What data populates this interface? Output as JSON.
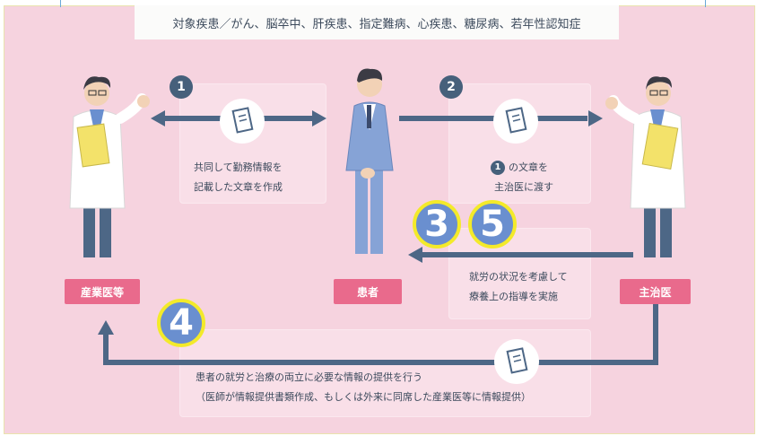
{
  "banner": {
    "text": "対象疾患／がん、脳卒中、肝疾患、指定難病、心疾患、糖尿病、若年性認知症"
  },
  "steps": {
    "one": "1",
    "two": "2",
    "three": "3",
    "four": "4",
    "five": "5"
  },
  "texts": {
    "step1_line1": "共同して勤務情報を",
    "step1_line2": "記載した文章を作成",
    "step2_line1_suffix": "の文章を",
    "step2_line2": "主治医に渡す",
    "step3_line1": "就労の状況を考慮して",
    "step3_line2": "療養上の指導を実施",
    "step4_line1": "患者の就労と治療の両立に必要な情報の提供を行う",
    "step4_line2": "（医師が情報提供書類作成、もしくは外来に同席した産業医等に情報提供）"
  },
  "roles": {
    "occupational": "産業医等",
    "patient": "患者",
    "attending": "主治医"
  },
  "colors": {
    "background": "#f6d3df",
    "arrow": "#4d6786",
    "role_badge": "#e96a8c",
    "highlight_ring": "#f3ea2a",
    "highlight_fill": "#6a8fcf"
  },
  "icons": [
    "document-icon",
    "doctor-figure",
    "patient-figure"
  ]
}
